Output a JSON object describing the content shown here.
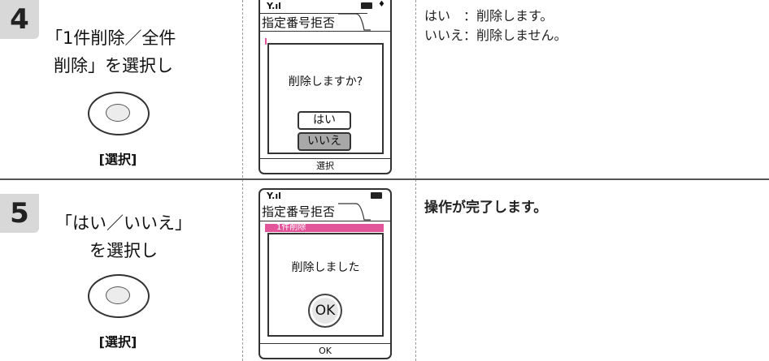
{
  "steps": [
    {
      "number": "4",
      "instruction_line1": "「1件削除／全件",
      "instruction_line2": "削除」を選択し",
      "key_label": "[選択]",
      "phone": {
        "header": "指定番号拒否",
        "dialog_text": "削除しますか?",
        "button_yes": "はい",
        "button_no": "いいえ",
        "softkey": "選択"
      },
      "desc_line1": "はい　：削除します。",
      "desc_line2": "いいえ：削除しません。"
    },
    {
      "number": "5",
      "instruction_line1": "「はい／いいえ」",
      "instruction_line2": "を選択し",
      "key_label": "[選択]",
      "phone": {
        "header": "指定番号拒否",
        "pink_item": "1件削除",
        "dialog_text": "削除しました",
        "ok_button": "OK",
        "softkey": "OK"
      },
      "desc_line1": "操作が完了します。"
    }
  ]
}
